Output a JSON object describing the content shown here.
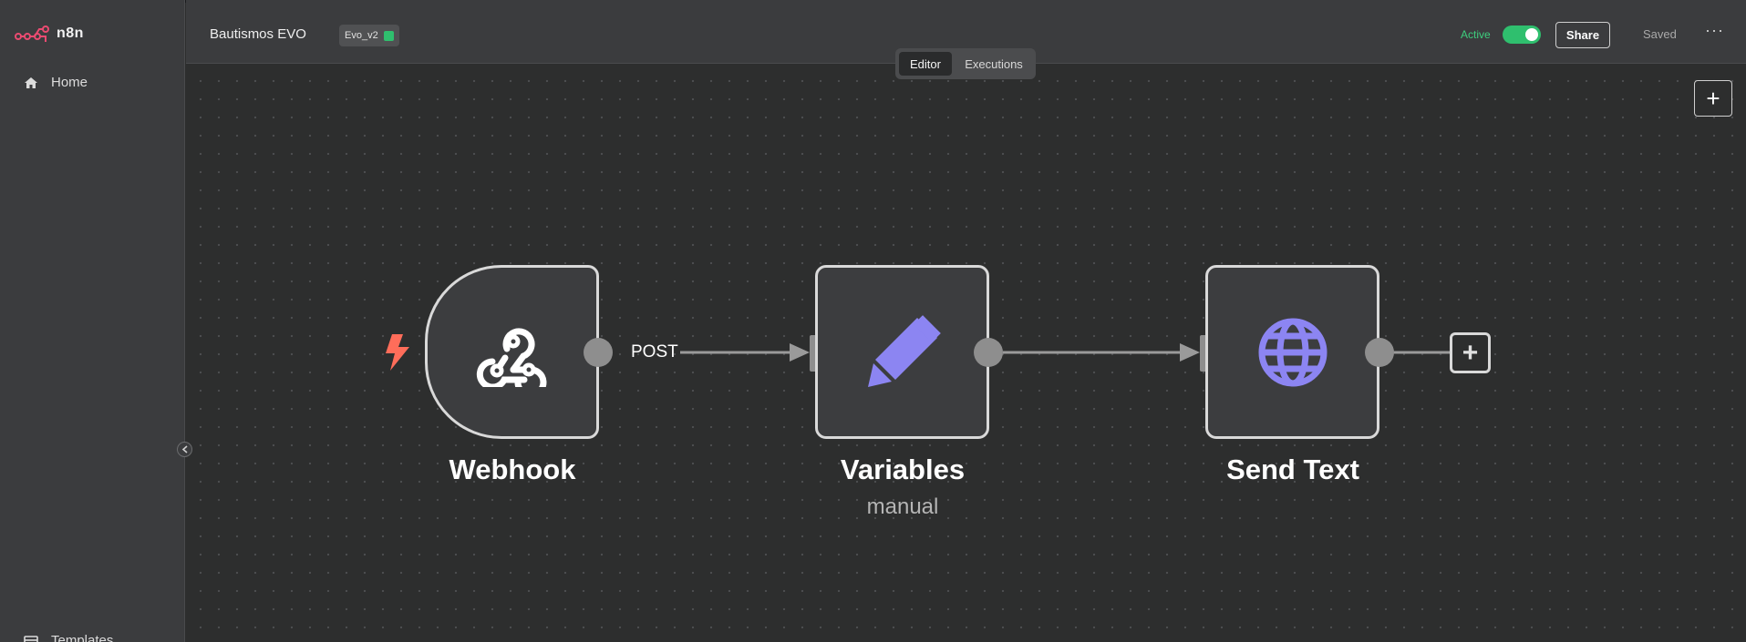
{
  "app": {
    "logo_text": "n8n"
  },
  "sidebar": {
    "items": [
      {
        "label": "Home",
        "icon": "home-icon"
      },
      {
        "label": "Templates",
        "icon": "templates-icon"
      }
    ]
  },
  "header": {
    "workflow_name": "Bautismos EVO",
    "tag": "Evo_v2",
    "tag_color": "#2fbf6e",
    "active_label": "Active",
    "active": true,
    "share_label": "Share",
    "status": "Saved"
  },
  "view_switch": {
    "editor_label": "Editor",
    "executions_label": "Executions",
    "selected": "Editor"
  },
  "canvas": {
    "nodes": [
      {
        "title": "Webhook",
        "subtitle": "",
        "icon": "webhook-icon"
      },
      {
        "title": "Variables",
        "subtitle": "manual",
        "icon": "pencil-icon"
      },
      {
        "title": "Send Text",
        "subtitle": "",
        "icon": "globe-icon"
      }
    ],
    "edges": [
      {
        "from": "Webhook",
        "to": "Variables",
        "label": "POST"
      },
      {
        "from": "Variables",
        "to": "Send Text",
        "label": ""
      }
    ]
  },
  "colors": {
    "accent": "#ff6d5a",
    "active_green": "#2fbf6e",
    "icon_purple": "#8c85f2"
  }
}
